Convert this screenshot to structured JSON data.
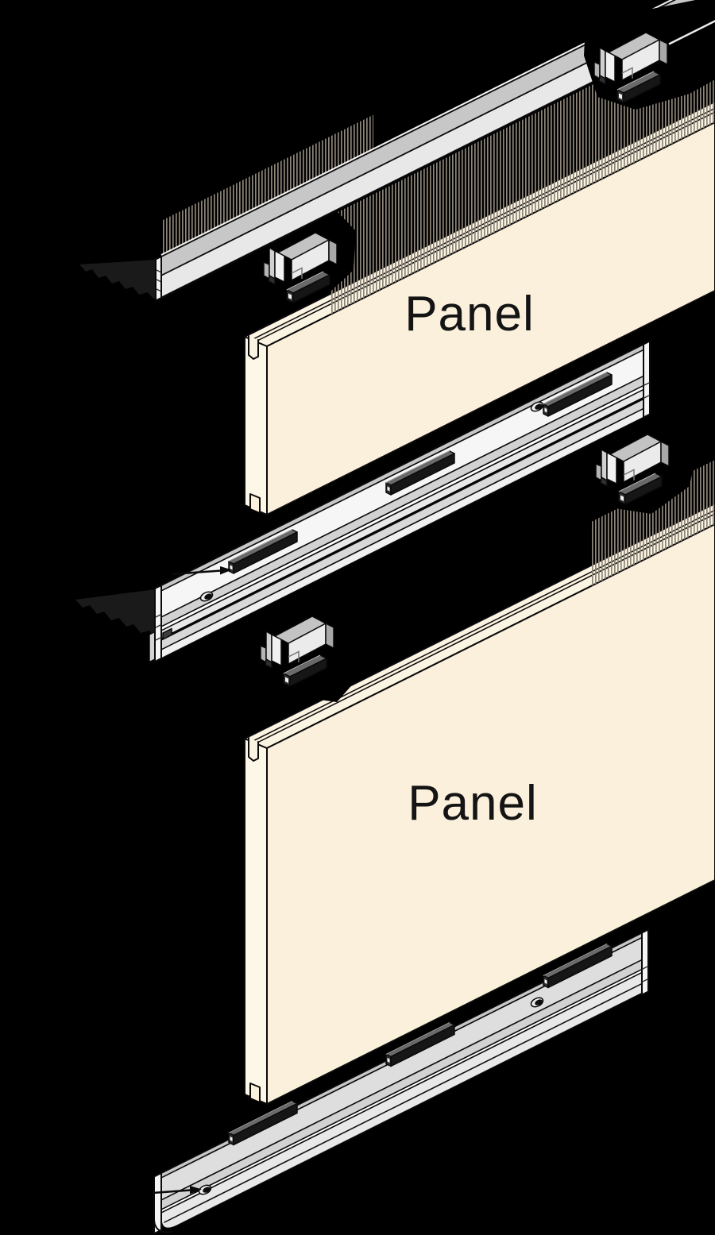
{
  "diagram": {
    "type": "exploded-assembly-technical-illustration",
    "subject": "sliding panel rail mounting system",
    "labels": {
      "panel_top": "Panel",
      "panel_bottom": "Panel"
    },
    "icons": {
      "pointer_arrows": "arrow-icon",
      "clips": "mounting-clip-icon",
      "gaskets": "rubber-gasket-icon"
    },
    "colors": {
      "background": "#000000",
      "panel-face": "#faf0db",
      "panel-edge": "#fcf4e2",
      "panel-side": "#fdf7e8",
      "rail-top": "#c7c7c7",
      "rail-face": "#f6f6f6",
      "rail-front": "#e8e8e8",
      "rail-floor": "#d2d2d2",
      "rubber": "#161616",
      "hatch": "#8d8578",
      "outline": "#0a0a0a",
      "text": "#141414",
      "shadow": "#1a1a1a"
    }
  }
}
